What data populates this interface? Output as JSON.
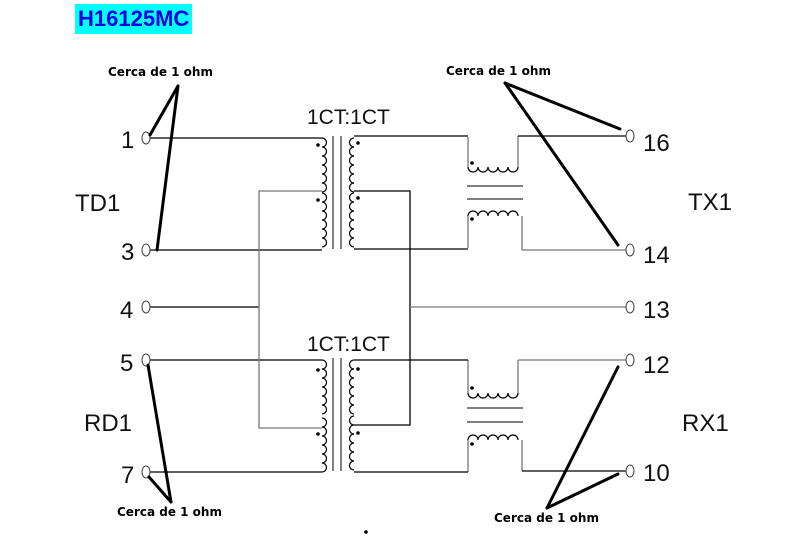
{
  "title": "H16125MC",
  "transformers": [
    {
      "ratio": "1CT:1CT"
    },
    {
      "ratio": "1CT:1CT"
    }
  ],
  "groups": {
    "td": "TD1",
    "rd": "RD1",
    "tx": "TX1",
    "rx": "RX1"
  },
  "pins": {
    "p1": "1",
    "p3": "3",
    "p4": "4",
    "p5": "5",
    "p7": "7",
    "p16": "16",
    "p14": "14",
    "p13": "13",
    "p12": "12",
    "p10": "10"
  },
  "notes": {
    "top_left": "Cerca de 1 ohm",
    "top_right": "Cerca de 1 ohm",
    "bottom_left": "Cerca de 1 ohm",
    "bottom_right": "Cerca de 1 ohm"
  },
  "colors": {
    "title_bg": "#00ffff",
    "title_fg": "#0000e0"
  }
}
